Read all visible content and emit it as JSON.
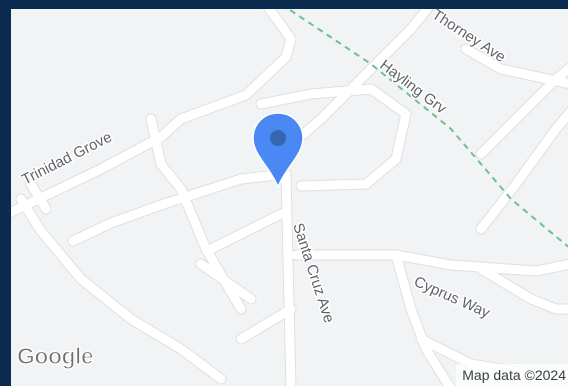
{
  "streets": {
    "trinidad_grove": "Trinidad Grove",
    "thorney_ave": "Thorney Ave",
    "hayling_grv": "Hayling Grv",
    "santa_cruz_ave": "Santa Cruz Ave",
    "cyprus_way": "Cyprus Way"
  },
  "logo_text": "Google",
  "attribution": "Map data ©2024",
  "colors": {
    "background": "#f1f3f4",
    "road": "#ffffff",
    "rail": "#6fc18b",
    "pin": "#4a89f3",
    "pin_dot": "#3367b0",
    "frame": "#0b2a4f"
  },
  "icons": {
    "marker": "location-pin-icon"
  }
}
